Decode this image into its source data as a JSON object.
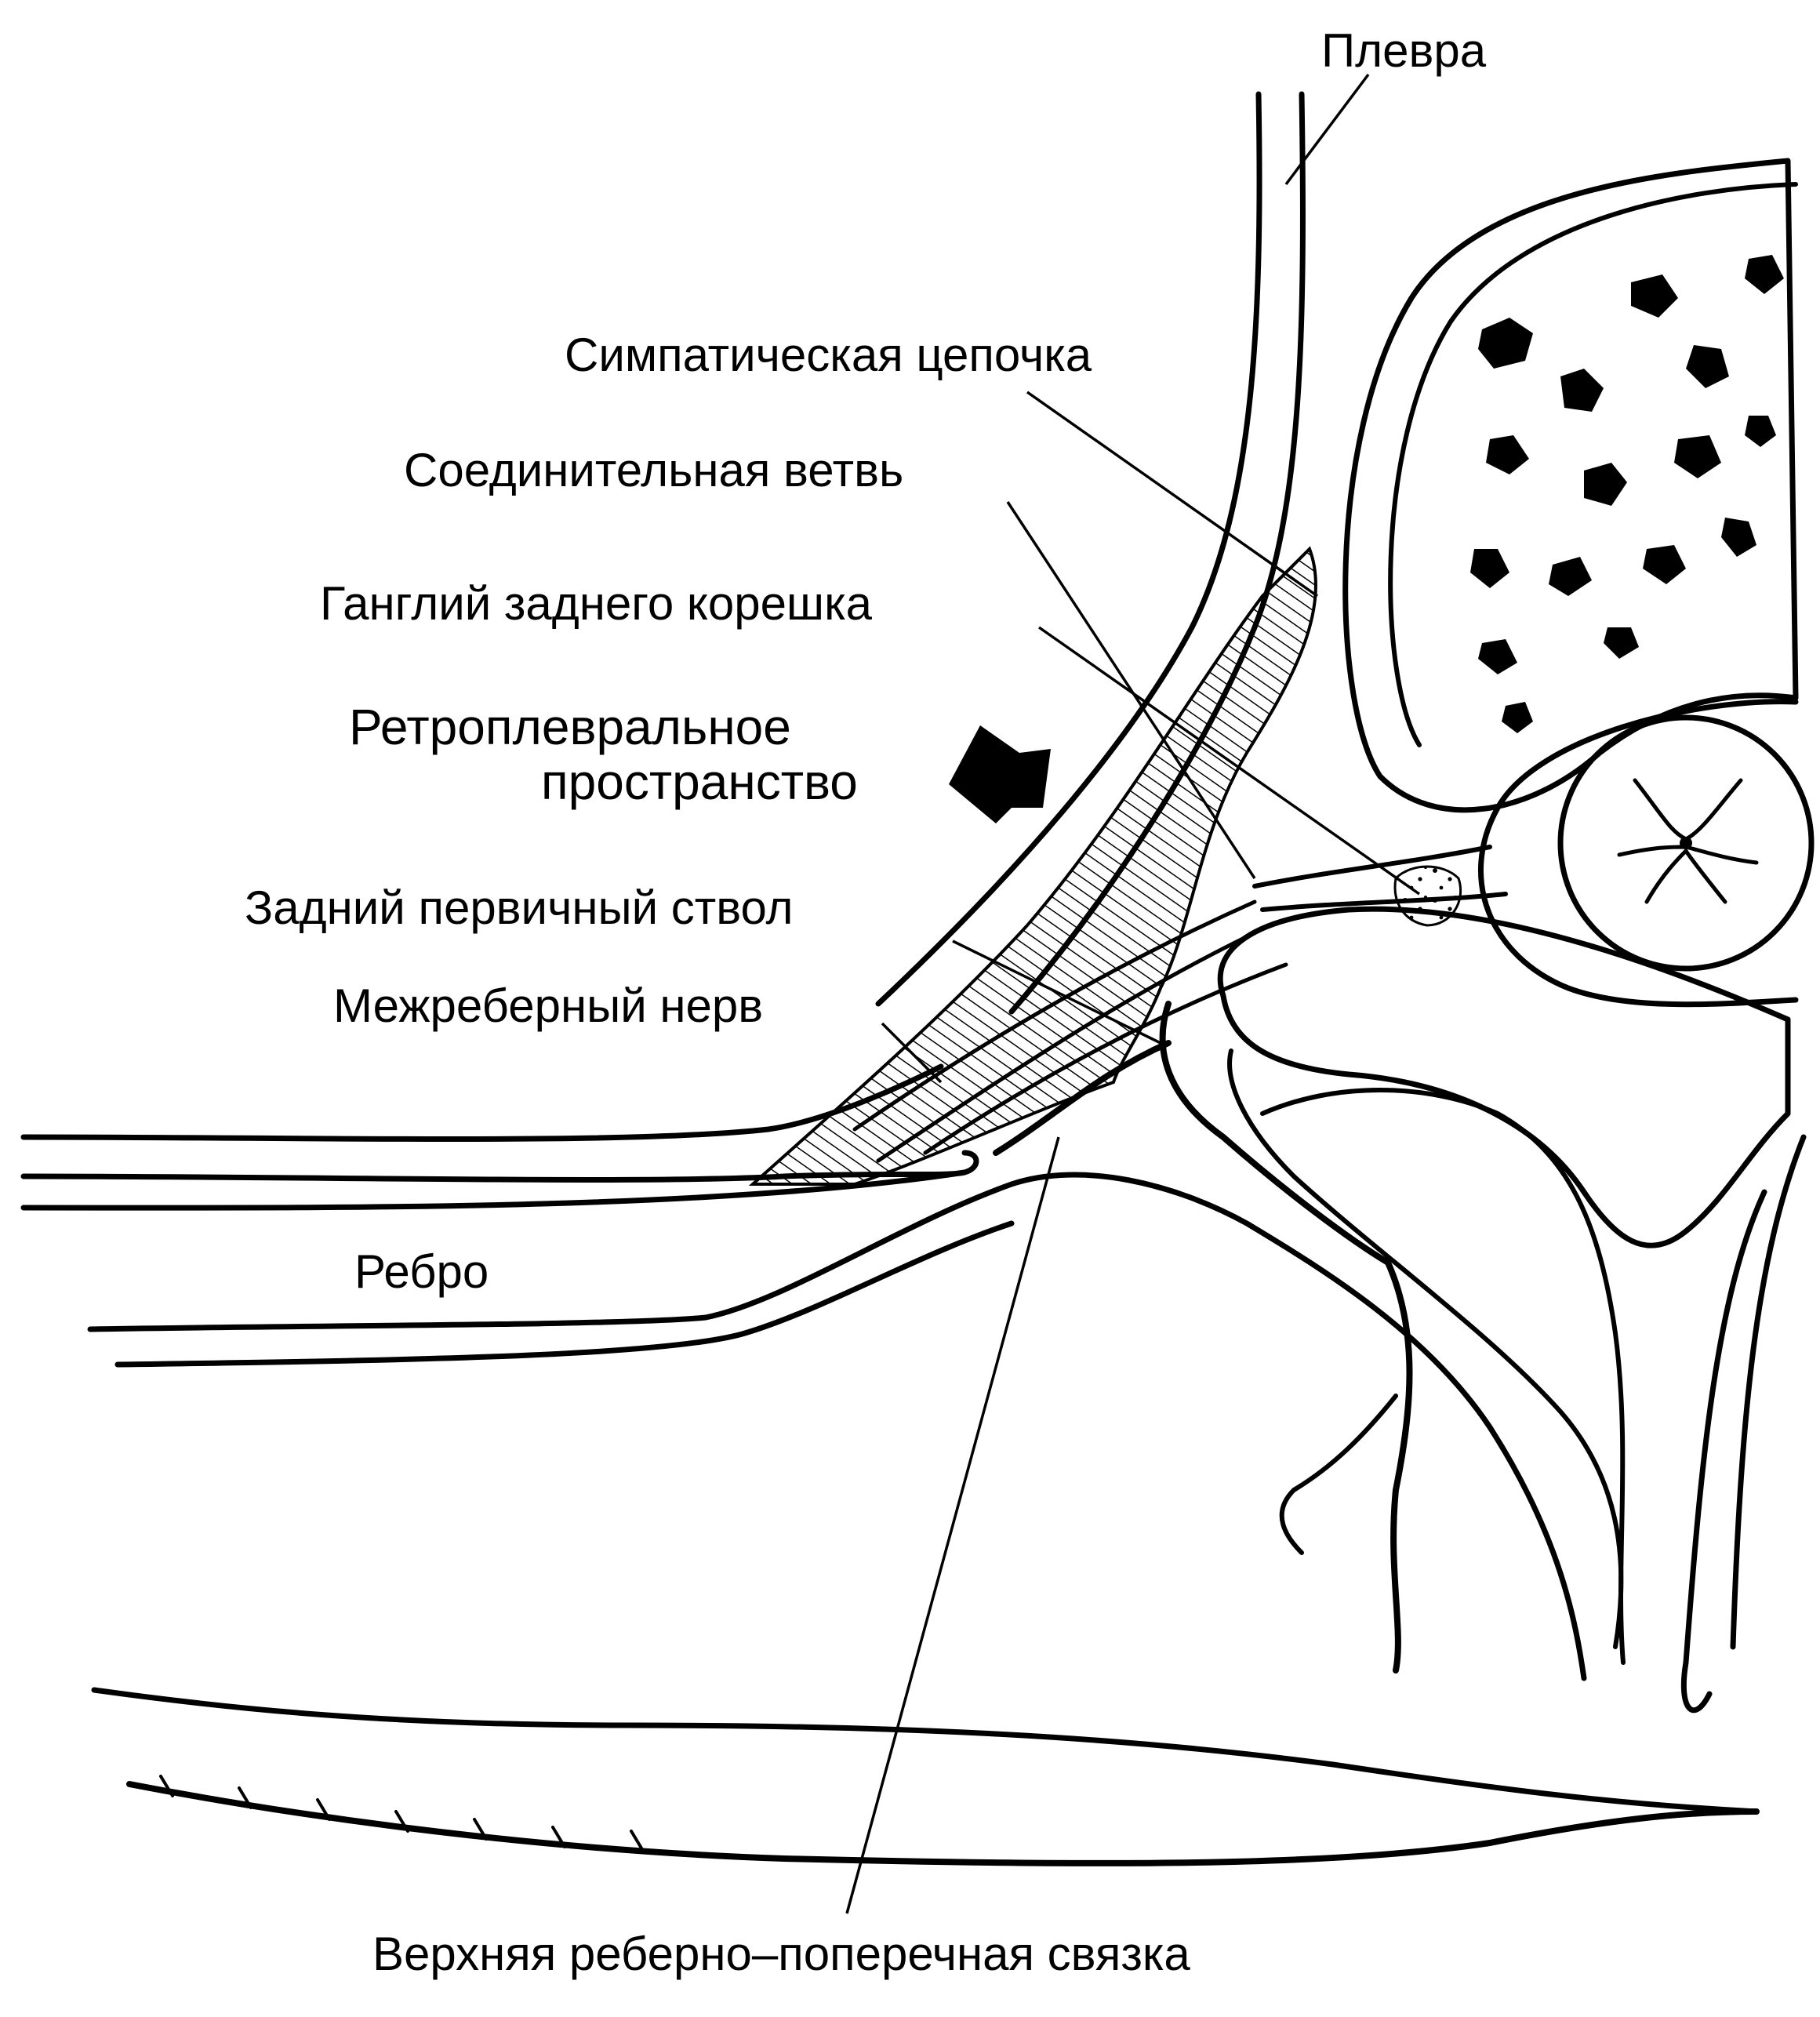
{
  "labels": {
    "pleura": "Плевра",
    "sympathetic_chain": "Симпатическая цепочка",
    "communicating_branch": "Соединительная ветвь",
    "dorsal_root_ganglion": "Ганглий заднего корешка",
    "retropleural_space_line1": "Ретроплевральное",
    "retropleural_space_line2": "пространство",
    "posterior_primary_ramus": "Задний первичный ствол",
    "intercostal_nerve": "Межреберный нерв",
    "rib": "Ребро",
    "superior_costotransverse_ligament": "Верхняя реберно–поперечная связка"
  },
  "colors": {
    "ink": "#000000",
    "background": "#ffffff"
  }
}
